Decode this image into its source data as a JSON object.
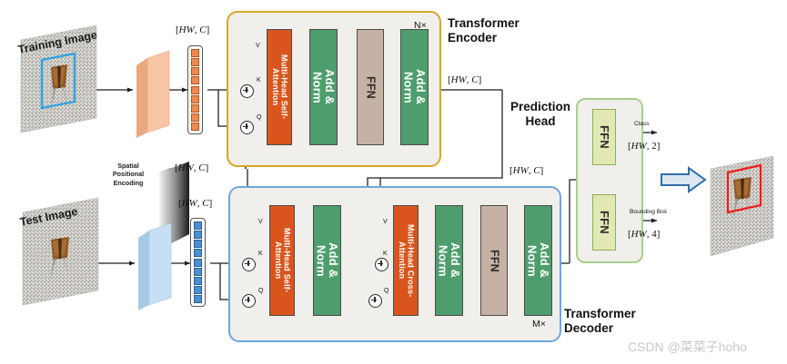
{
  "diagram": {
    "title_encoder": "Transformer\nEncoder",
    "title_decoder": "Transformer\nDecoder",
    "title_head": "Prediction\nHead",
    "repeat_encoder": "N×",
    "repeat_decoder": "M×"
  },
  "inputs": {
    "training_image_label": "Training Image",
    "test_image_label": "Test Image",
    "positional_label": "Spatial\nPositional\nEncoding"
  },
  "shapes": {
    "train_tokens": "[HW, C]",
    "test_tokens": "[HW, C]",
    "pos_enc": "[HW, C]",
    "pos_enc2": "[HW, C]",
    "encoder_out": "[HW, C]",
    "decoder_out": "[HW, C]",
    "class_out": "[HW, 2]",
    "bbox_out": "[HW, 4]"
  },
  "outputs": {
    "class_label": "Class",
    "bbox_label": "Bounding Box"
  },
  "encoder": {
    "blocks": [
      {
        "label": "Multi-Head Self-\nAttention",
        "color": "orange"
      },
      {
        "label": "Add &\nNorm",
        "color": "green"
      },
      {
        "label": "FFN",
        "color": "tan"
      },
      {
        "label": "Add &\nNorm",
        "color": "green"
      }
    ],
    "ports": [
      "V",
      "K",
      "Q"
    ]
  },
  "decoder": {
    "blocks": [
      {
        "label": "Multi-Head Self-\nAttention",
        "color": "orange"
      },
      {
        "label": "Add &\nNorm",
        "color": "green"
      },
      {
        "label": "Multi-Head Cross-\nAttention",
        "color": "orange"
      },
      {
        "label": "Add &\nNorm",
        "color": "green"
      },
      {
        "label": "FFN",
        "color": "tan"
      },
      {
        "label": "Add &\nNorm",
        "color": "green"
      }
    ],
    "ports_self": [
      "V",
      "K",
      "Q"
    ],
    "ports_cross": [
      "V",
      "K",
      "Q"
    ]
  },
  "prediction_head": {
    "blocks": [
      {
        "label": "FFN"
      },
      {
        "label": "FFN"
      }
    ]
  },
  "watermark": "CSDN @菜菜子hoho",
  "colors": {
    "attention": "#d9551d",
    "addnorm": "#4e9e6d",
    "ffn": "#c6b2a5",
    "ffn_head": "#e2e7b4",
    "encoder_border": "#d8a723",
    "decoder_border": "#6da7dd",
    "head_border": "#a9cf8e",
    "group_fill": "#f0efeb",
    "train_token": "#ef8a50",
    "test_token": "#4a8fd4",
    "train_slab": "#f4c3a1",
    "test_slab": "#bcd9f0",
    "gt_box": "#2aa3e8",
    "pred_box": "#ee1c1c",
    "result_arrow": "#2f6fad"
  }
}
